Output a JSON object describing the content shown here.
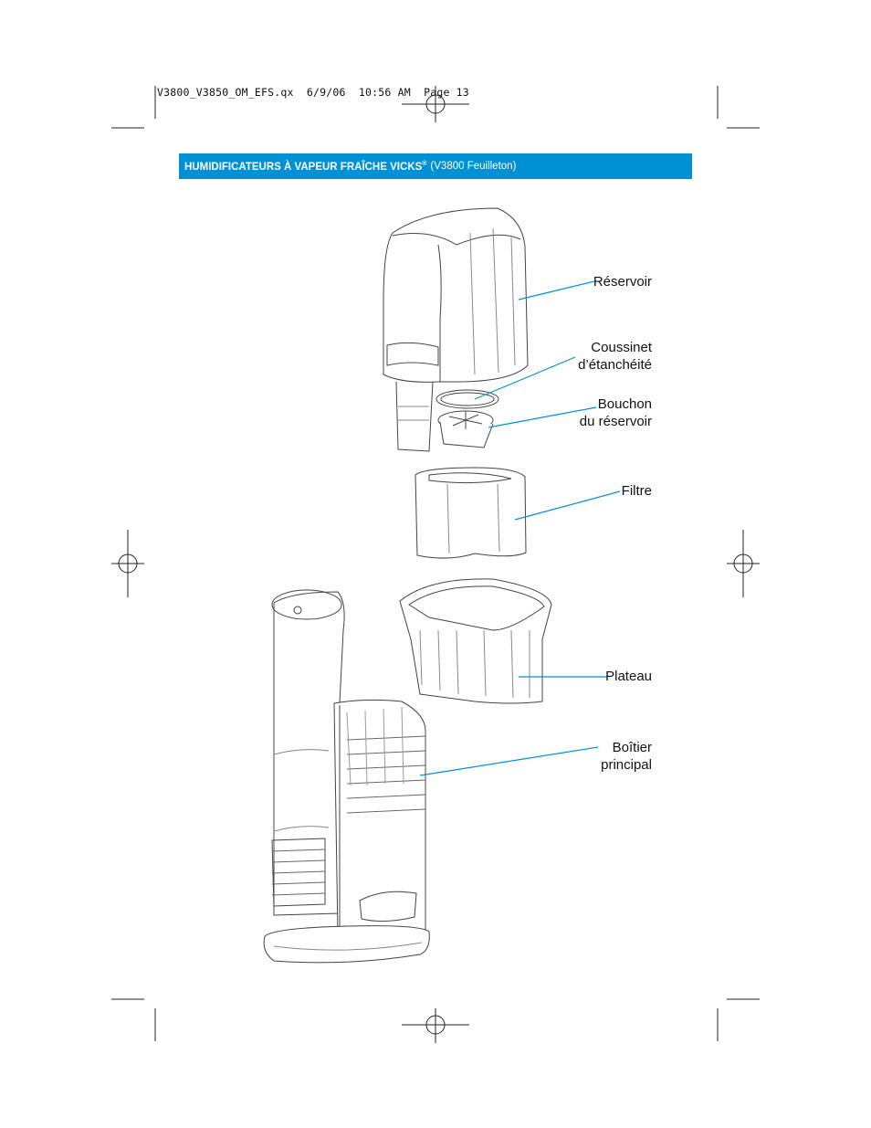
{
  "slug_line": "V3800_V3850_OM_EFS.qx  6/9/06  10:56 AM  Page 13",
  "header": {
    "title": "HUMIDIFICATEURS À VAPEUR FRAÎCHE VICKS",
    "trademark": "®",
    "subtitle": "(V3800 Feuilleton)"
  },
  "callouts": {
    "reservoir": "Réservoir",
    "gasket_line1": "Coussinet",
    "gasket_line2": "d’étanchéité",
    "cap_line1": "Bouchon",
    "cap_line2": "du réservoir",
    "filter": "Filtre",
    "tray": "Plateau",
    "base_line1": "Boîtier",
    "base_line2": "principal"
  },
  "colors": {
    "banner": "#0091d4",
    "leader": "#0091d4"
  }
}
